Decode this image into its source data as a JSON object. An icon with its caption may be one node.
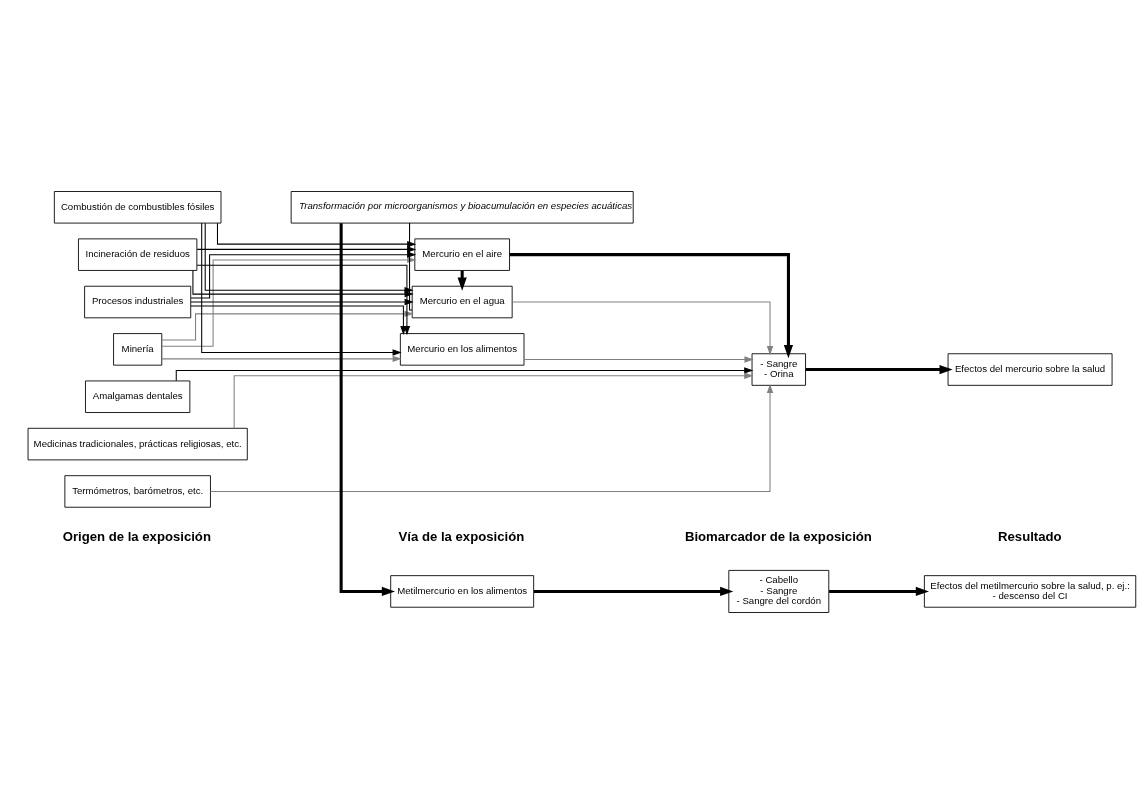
{
  "diagram": {
    "nodes": [
      {
        "text": [
          "Amalgamas dentales"
        ]
      },
      {
        "text": [
          "Medicinas tradicionales, prácticas religiosas, etc."
        ]
      },
      {
        "text": [
          "Termómetros, barómetros, etc."
        ]
      },
      {
        "text": [
          "Minería"
        ]
      },
      {
        "text": [
          "Combustión de combustibles fósiles"
        ]
      },
      {
        "text": [
          "Incineración de residuos"
        ]
      },
      {
        "text": [
          "Procesos industriales"
        ]
      },
      {
        "text": [
          "Mercurio en los alimentos"
        ]
      },
      {
        "text": [
          "Mercurio en el aire"
        ]
      },
      {
        "text": [
          "Mercurio en el agua"
        ]
      },
      {
        "text": [
          "Transformación por microorganismos y bioacumulación en especies acuáticas"
        ]
      },
      {
        "text": [
          "Metilmercurio en los alimentos"
        ]
      },
      {
        "text": [
          "- Sangre",
          "- Orina"
        ]
      },
      {
        "text": [
          "Efectos del mercurio sobre la salud"
        ]
      },
      {
        "text": [
          "- Cabello",
          "- Sangre",
          "- Sangre del cordón"
        ]
      },
      {
        "text": [
          "Efectos del metilmercurio sobre la salud, p. ej.:",
          "- descenso del CI"
        ]
      }
    ],
    "edges": [
      {
        "from": 0,
        "to": 12,
        "arrow": "to"
      },
      {
        "from": 1,
        "to": 12,
        "arrow": "to",
        "color": "#808080"
      },
      {
        "from": 2,
        "to": 12,
        "arrow": "to",
        "color": "#808080"
      },
      {
        "from": 3,
        "to": 7,
        "arrow": "to",
        "color": "#808080"
      },
      {
        "from": 3,
        "to": 8,
        "arrow": "to",
        "color": "#808080"
      },
      {
        "from": 3,
        "to": 9,
        "arrow": "to",
        "color": "#808080"
      },
      {
        "from": 4,
        "to": 7,
        "arrow": "to"
      },
      {
        "from": 4,
        "to": 8,
        "arrow": "to"
      },
      {
        "from": 4,
        "to": 9,
        "arrow": "to"
      },
      {
        "from": 5,
        "to": 7,
        "arrow": "to"
      },
      {
        "from": 5,
        "to": 8,
        "arrow": "to"
      },
      {
        "from": 5,
        "to": 9,
        "arrow": "to"
      },
      {
        "from": 6,
        "to": 7,
        "arrow": "to"
      },
      {
        "from": 6,
        "to": 8,
        "arrow": "to"
      },
      {
        "from": 6,
        "to": 9,
        "arrow": "to"
      },
      {
        "from": 7,
        "to": 12,
        "arrow": "to",
        "color": "#808080"
      },
      {
        "from": 8,
        "to": 12,
        "arrow": "to",
        "style": "thick"
      },
      {
        "from": 9,
        "to": 12,
        "arrow": "to",
        "color": "#808080"
      },
      {
        "from": 8,
        "to": 9,
        "arrow": "to",
        "style": "thick"
      },
      {
        "from": 9,
        "to": 10,
        "arrow": "none"
      },
      {
        "from": 10,
        "to": 11,
        "arrow": "to",
        "style": "thick"
      },
      {
        "from": 12,
        "to": 13,
        "arrow": "to",
        "style": "thick"
      },
      {
        "from": 11,
        "to": 14,
        "arrow": "to",
        "style": "thick"
      },
      {
        "from": 14,
        "to": 15,
        "arrow": "to",
        "style": "thick"
      }
    ],
    "labels": [
      "Origen de la exposición",
      "Vía de la exposición",
      "Biomarcador de la exposición",
      "Resultado"
    ]
  }
}
